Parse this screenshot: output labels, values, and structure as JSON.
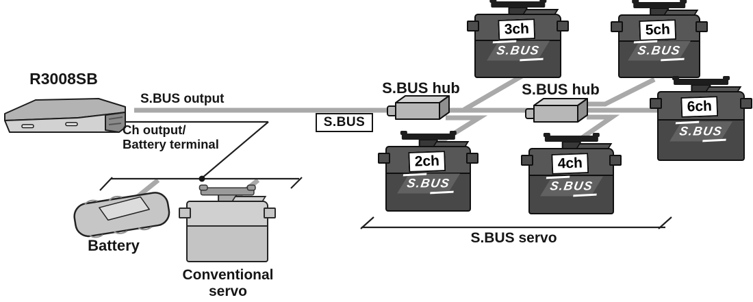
{
  "receiver": {
    "name": "R3008SB"
  },
  "labels": {
    "sbus_output": "S.BUS output",
    "ch_output_line1": "Ch output/",
    "ch_output_line2": "Battery terminal",
    "sbus_box": "S.BUS",
    "hub1": "S.BUS hub",
    "hub2": "S.BUS hub",
    "battery": "Battery",
    "conventional_line1": "Conventional",
    "conventional_line2": "servo",
    "sbus_servo_group": "S.BUS servo"
  },
  "servos": [
    {
      "channel": "3ch",
      "logo": "S.BUS"
    },
    {
      "channel": "5ch",
      "logo": "S.BUS"
    },
    {
      "channel": "6ch",
      "logo": "S.BUS"
    },
    {
      "channel": "2ch",
      "logo": "S.BUS"
    },
    {
      "channel": "4ch",
      "logo": "S.BUS"
    }
  ],
  "colors": {
    "wire_gray": "#a9a9a9",
    "wire_black": "#1f1f1f",
    "servo_dark": "#484848",
    "device_light": "#c6c6c6"
  }
}
